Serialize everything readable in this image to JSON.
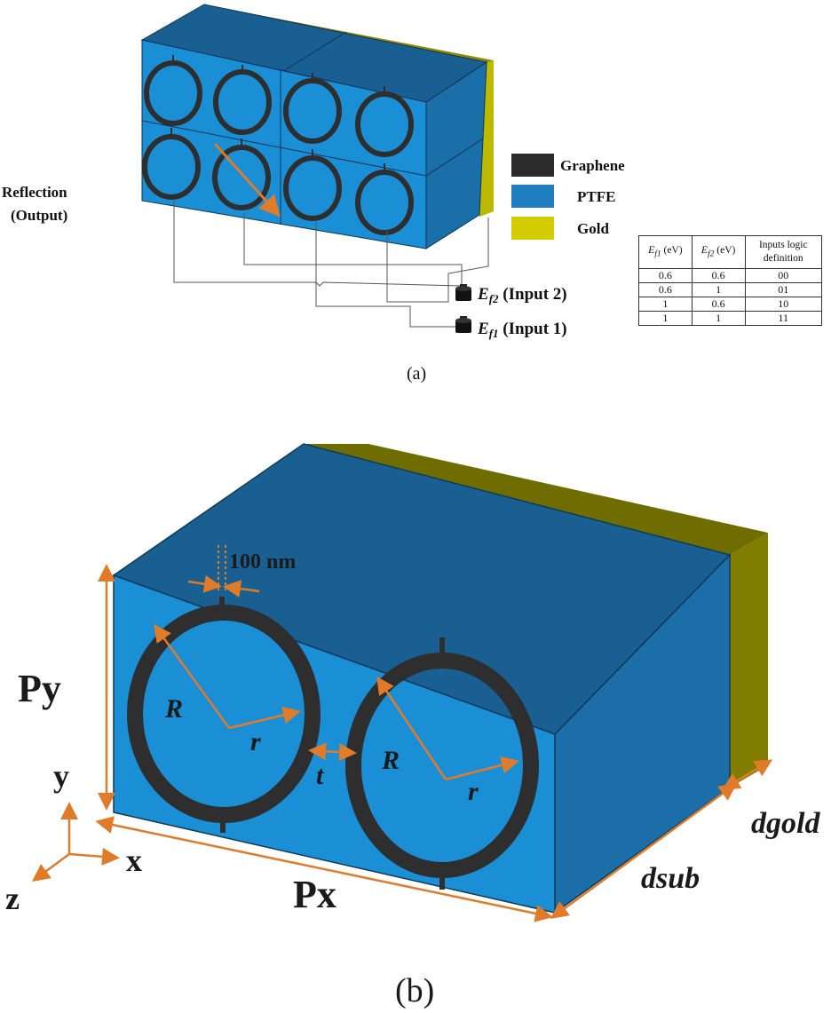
{
  "panel_a": {
    "caption": "(a)",
    "output_label_line1": "Reflection",
    "output_label_line2": "(Output)",
    "legend": [
      {
        "label": "Graphene",
        "color": "#2b2b2b"
      },
      {
        "label": "PTFE",
        "color": "#1f7fc0"
      },
      {
        "label": "Gold",
        "color": "#d2cc00"
      }
    ],
    "inputs": [
      {
        "symbol": "E",
        "sub": "f2",
        "text": " (Input 2)"
      },
      {
        "symbol": "E",
        "sub": "f1",
        "text": " (Input 1)"
      }
    ],
    "logic_table": {
      "headers": [
        "Ef1 (eV)",
        "Ef2 (eV)",
        "Inputs logic definition"
      ],
      "header_parts": [
        {
          "sym": "E",
          "sub": "f1",
          "unit": " (eV)"
        },
        {
          "sym": "E",
          "sub": "f2",
          "unit": " (eV)"
        }
      ],
      "header3_line1": "Inputs logic",
      "header3_line2": "definition",
      "rows": [
        [
          "0.6",
          "0.6",
          "00"
        ],
        [
          "0.6",
          "1",
          "01"
        ],
        [
          "1",
          "0.6",
          "10"
        ],
        [
          "1",
          "1",
          "11"
        ]
      ]
    }
  },
  "panel_b": {
    "caption": "(b)",
    "gap_label": "100 nm",
    "py_label": "Py",
    "px_label": "Px",
    "outer_radius_label": "R",
    "inner_radius_label": "r",
    "spacing_label": "t",
    "dsub_label": "dsub",
    "dgold_label": "dgold",
    "axes": {
      "y": "y",
      "x": "x",
      "z": "z"
    }
  },
  "colors": {
    "ptfe_front": "#1a8fd6",
    "ptfe_top": "#1a5f92",
    "ptfe_side": "#1c6ea8",
    "gold_face": "#807d00",
    "gold_top": "#6f6c00",
    "gold_bright": "#d2cc00",
    "graphene": "#2e2e2e",
    "annotation": "#e07b2a"
  }
}
